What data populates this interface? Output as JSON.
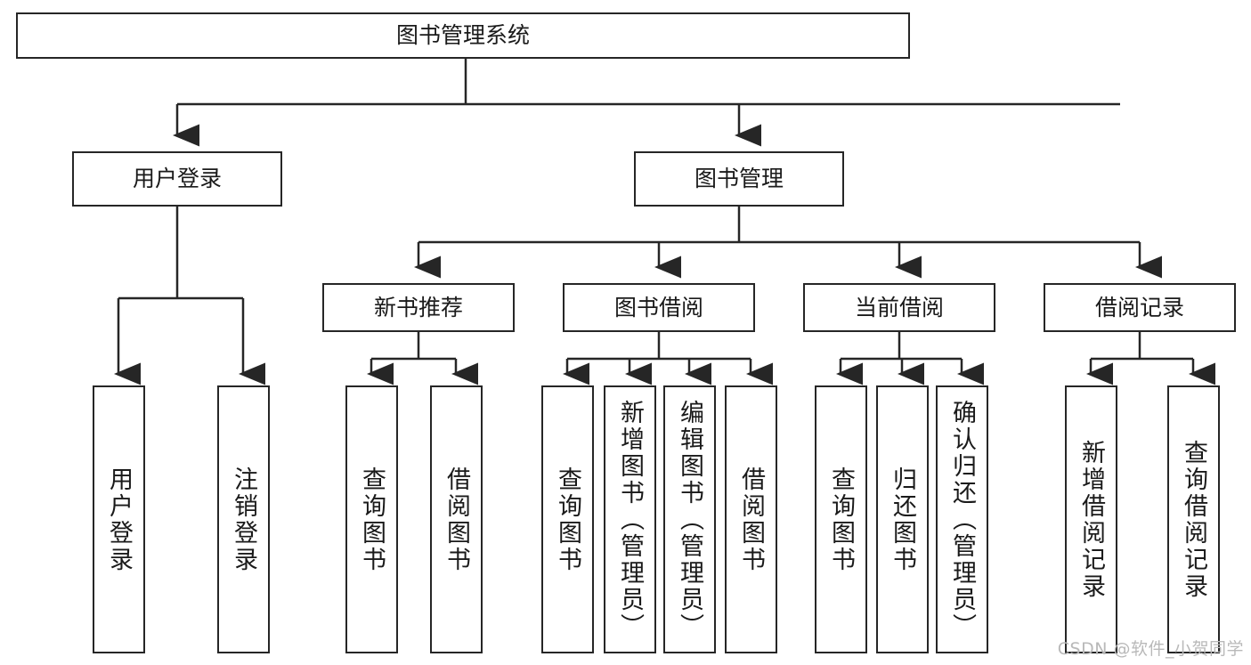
{
  "diagram": {
    "title": "图书管理系统",
    "type": "tree-hierarchy",
    "root": {
      "label": "图书管理系统"
    },
    "level2": [
      {
        "label": "用户登录"
      },
      {
        "label": "图书管理"
      }
    ],
    "level3": [
      {
        "label": "新书推荐"
      },
      {
        "label": "图书借阅"
      },
      {
        "label": "当前借阅"
      },
      {
        "label": "借阅记录"
      }
    ],
    "leaves": {
      "user_login": [
        {
          "label": "用户登录"
        },
        {
          "label": "注销登录"
        }
      ],
      "new_book_recommend": [
        {
          "label": "查询图书"
        },
        {
          "label": "借阅图书"
        }
      ],
      "book_borrow": [
        {
          "label": "查询图书"
        },
        {
          "label": "新增图书（管理员）"
        },
        {
          "label": "编辑图书（管理员）"
        },
        {
          "label": "借阅图书"
        }
      ],
      "current_borrow": [
        {
          "label": "查询图书"
        },
        {
          "label": "归还图书"
        },
        {
          "label": "确认归还（管理员）"
        }
      ],
      "borrow_record": [
        {
          "label": "新增借阅记录"
        },
        {
          "label": "查询借阅记录"
        }
      ]
    }
  },
  "watermark": {
    "text": "CSDN @软件_小贺同学"
  },
  "colors": {
    "stroke": "#262626",
    "text": "#1a1a1a",
    "background": "#ffffff",
    "watermark": "#b9b9b9"
  }
}
